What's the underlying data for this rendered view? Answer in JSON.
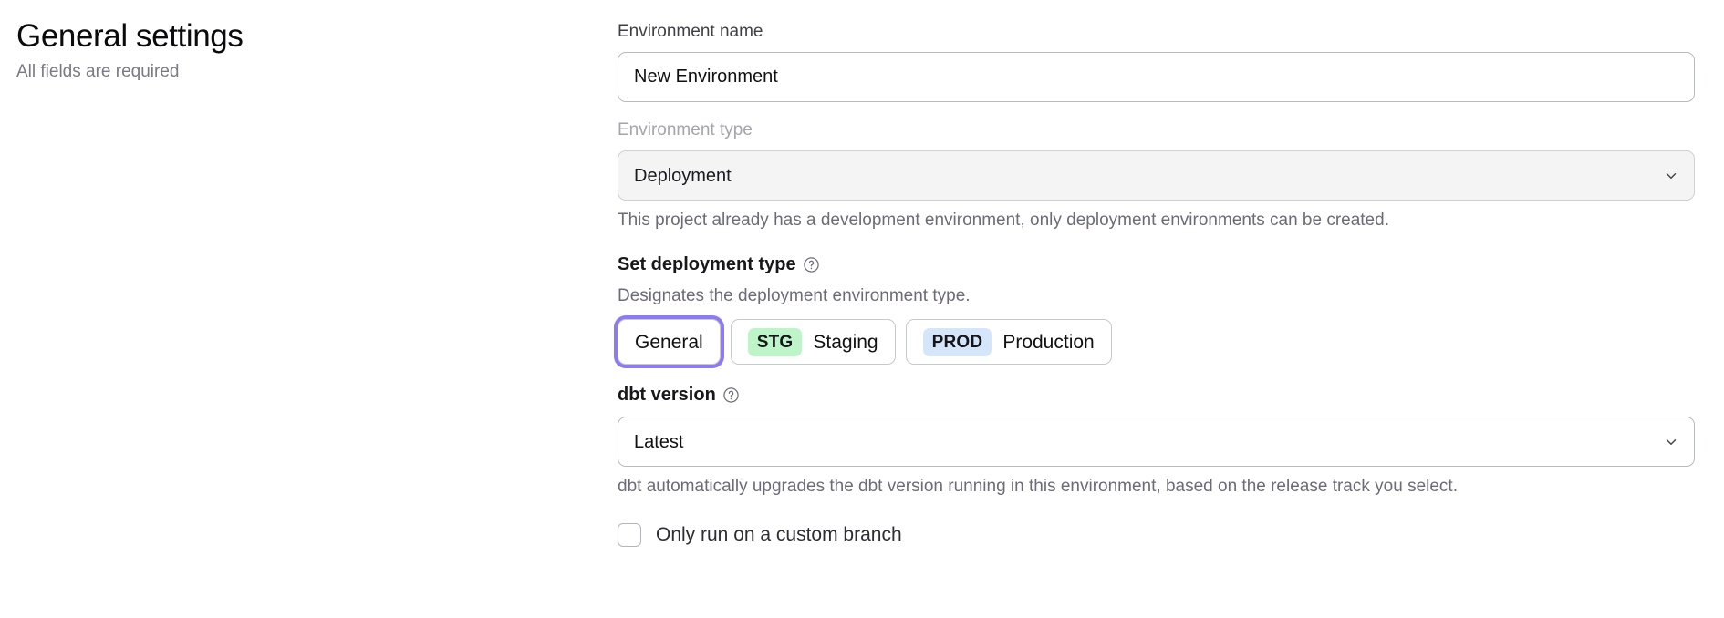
{
  "header": {
    "title": "General settings",
    "subtitle": "All fields are required"
  },
  "form": {
    "environment_name": {
      "label": "Environment name",
      "value": "New Environment",
      "placeholder": "Environment name"
    },
    "environment_type": {
      "label": "Environment type",
      "value": "Deployment",
      "disabled": true,
      "chevron_icon": "chevron-down-icon",
      "help_text": "This project already has a development environment, only deployment environments can be created."
    },
    "deployment_type": {
      "heading": "Set deployment type",
      "help_icon": "question-mark-circle-icon",
      "description": "Designates the deployment environment type.",
      "selected": "General",
      "options": [
        {
          "label": "General",
          "badge": "",
          "badge_kind": "",
          "selected": true
        },
        {
          "label": "Staging",
          "badge": "STG",
          "badge_kind": "stg",
          "selected": false
        },
        {
          "label": "Production",
          "badge": "PROD",
          "badge_kind": "prod",
          "selected": false
        }
      ]
    },
    "dbt_version": {
      "label": "dbt version",
      "help_icon": "question-mark-circle-icon",
      "value": "Latest",
      "chevron_icon": "chevron-down-icon",
      "help_text": "dbt automatically upgrades the dbt version running in this environment, based on the release track you select."
    },
    "custom_branch": {
      "label": "Only run on a custom branch",
      "checked": false
    }
  },
  "colors": {
    "focus_ring": "#8c7cf0",
    "badge_staging_bg": "#bdf5c8",
    "badge_production_bg": "#d5e6fb",
    "disabled_field_bg": "#f4f4f5",
    "muted_text": "#6c6c78"
  }
}
